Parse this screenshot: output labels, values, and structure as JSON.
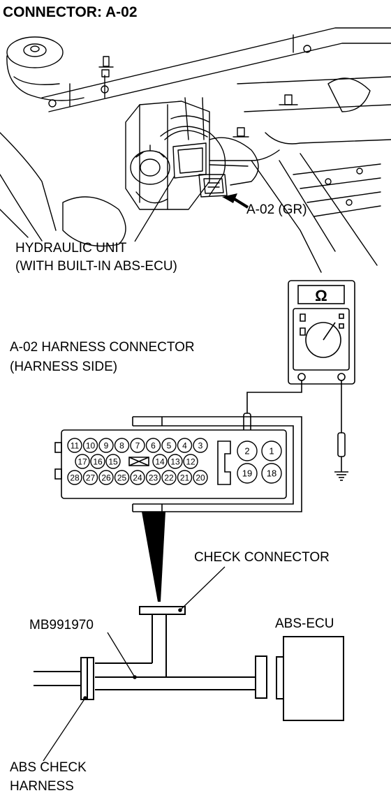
{
  "title": "CONNECTOR: A-02",
  "photo_labels": {
    "connector_callout": "A-02 (GR)",
    "unit_line1": "HYDRAULIC UNIT",
    "unit_line2": "(WITH BUILT-IN ABS-ECU)"
  },
  "harness_labels": {
    "line1": "A-02 HARNESS CONNECTOR",
    "line2": "(HARNESS SIDE)"
  },
  "meter": {
    "symbol": "Ω"
  },
  "connector_pins": {
    "row1": [
      "11",
      "10",
      "9",
      "8",
      "7",
      "6",
      "5",
      "4",
      "3"
    ],
    "row2": [
      "17",
      "16",
      "15",
      "14",
      "13",
      "12"
    ],
    "row3": [
      "28",
      "27",
      "26",
      "25",
      "24",
      "23",
      "22",
      "21",
      "20"
    ],
    "right_block": [
      "2",
      "1",
      "19",
      "18"
    ]
  },
  "tool_labels": {
    "check_connector": "CHECK CONNECTOR",
    "tool_number": "MB991970",
    "ecu": "ABS-ECU",
    "harness_line1": "ABS CHECK",
    "harness_line2": "HARNESS"
  },
  "colors": {
    "ink": "#000000",
    "paper": "#ffffff",
    "shade": "#d8d8d8"
  }
}
